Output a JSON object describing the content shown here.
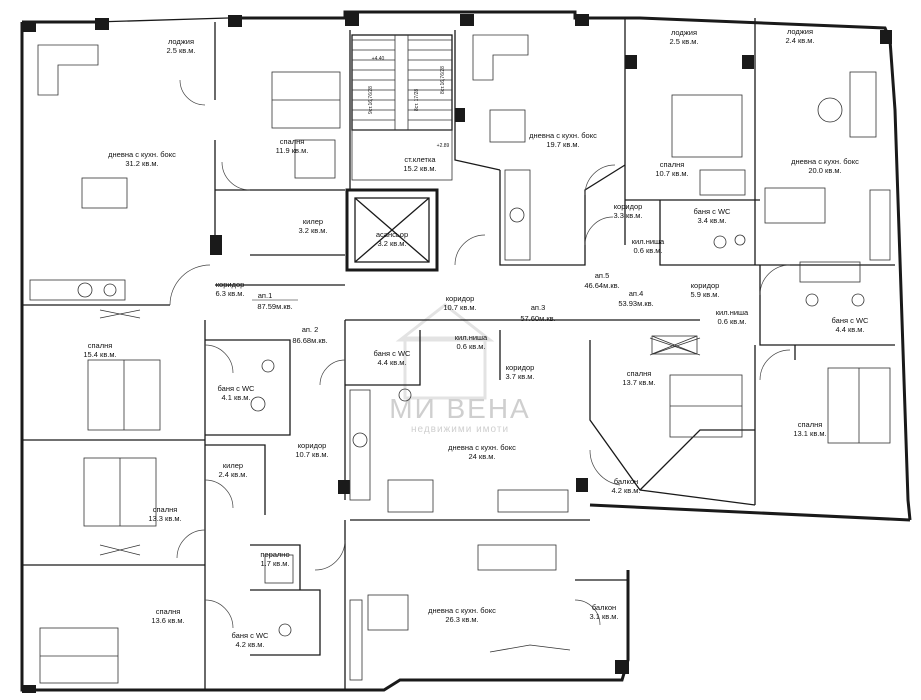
{
  "rooms": {
    "a1_loggia": {
      "name": "лоджия",
      "area": "2.5 кв.м."
    },
    "a1_living": {
      "name": "дневна с кухн. бокс",
      "area": "31.2 кв.м."
    },
    "a1_bed": {
      "name": "спалня",
      "area": "11.9 кв.м."
    },
    "a1_closet": {
      "name": "килер",
      "area": "3.2 кв.м."
    },
    "a1_corridor": {
      "name": "коридор",
      "area": "6.3 кв.м."
    },
    "stair": {
      "name": "ст.клетка",
      "area": "15.2 кв.м."
    },
    "elevator": {
      "name": "асансьор",
      "area": "3.2 кв.м."
    },
    "a5_living": {
      "name": "дневна с кухн. бокс",
      "area": "19.7 кв.м."
    },
    "a5_loggia": {
      "name": "лоджия",
      "area": "2.5 кв.м."
    },
    "a5_bed": {
      "name": "спалня",
      "area": "10.7 кв.м."
    },
    "a5_corridor": {
      "name": "коридор",
      "area": "3.3 кв.м."
    },
    "a5_bath": {
      "name": "баня с WC",
      "area": "3.4 кв.м."
    },
    "a5_niche": {
      "name": "кил.ниша",
      "area": "0.6 кв.м."
    },
    "a4_loggia": {
      "name": "лоджия",
      "area": "2.4 кв.м."
    },
    "a4_living": {
      "name": "дневна с кухн. бокс",
      "area": "20.0 кв.м."
    },
    "a4_corridor": {
      "name": "коридор",
      "area": "5.9 кв.м."
    },
    "a4_niche": {
      "name": "кил.ниша",
      "area": "0.6 кв.м."
    },
    "a4_bath": {
      "name": "баня с WC",
      "area": "4.4 кв.м."
    },
    "a4_bed": {
      "name": "спалня",
      "area": "13.1 кв.м."
    },
    "common_corridor": {
      "name": "коридор",
      "area": "10.7 кв.м."
    },
    "a2_bed1": {
      "name": "спалня",
      "area": "15.4 кв.м."
    },
    "a2_bath1": {
      "name": "баня с WC",
      "area": "4.1 кв.м."
    },
    "a2_corridor": {
      "name": "коридор",
      "area": "10.7 кв.м."
    },
    "a2_closet": {
      "name": "килер",
      "area": "2.4 кв.м."
    },
    "a2_bed2": {
      "name": "спалня",
      "area": "13.3 кв.м."
    },
    "a2_laundry": {
      "name": "перално",
      "area": "1.7 кв.м."
    },
    "a2_bed3": {
      "name": "спалня",
      "area": "13.6 кв.м."
    },
    "a2_bath2": {
      "name": "баня с WC",
      "area": "4.2 кв.м."
    },
    "a2_living": {
      "name": "дневна с кухн. бокс",
      "area": "26.3 кв.м."
    },
    "a2_balcony": {
      "name": "балкон",
      "area": "3.1 кв.м."
    },
    "a3_bath": {
      "name": "баня с WC",
      "area": "4.4 кв.м."
    },
    "a3_niche": {
      "name": "кил.ниша",
      "area": "0.6 кв.м."
    },
    "a3_corridor": {
      "name": "коридор",
      "area": "3.7 кв.м."
    },
    "a3_living": {
      "name": "дневна с кухн. бокс",
      "area": "24 кв.м."
    },
    "a3_bed": {
      "name": "спалня",
      "area": "13.7 кв.м."
    },
    "a3_balcony": {
      "name": "балкон",
      "area": "4.2 кв.м."
    }
  },
  "apartments": {
    "ap1": {
      "name": "ап.1",
      "area": "87.59м.кв."
    },
    "ap2": {
      "name": "ап. 2",
      "area": "86.68м.кв."
    },
    "ap3": {
      "name": "ап.3",
      "area": "57.60м.кв."
    },
    "ap4": {
      "name": "ап.4",
      "area": "53.93м.кв."
    },
    "ap5": {
      "name": "ап.5",
      "area": "46.64м.кв."
    }
  },
  "stair_labels": {
    "left": "9ст.16,76/28",
    "mid": "8ст. 17/28",
    "right": "8ст.16,76/28",
    "level_top": "+4.40",
    "level_bottom": "+2.89"
  },
  "watermark": {
    "brand": "МИ ВЕНА",
    "tagline": "недвижими имоти"
  }
}
